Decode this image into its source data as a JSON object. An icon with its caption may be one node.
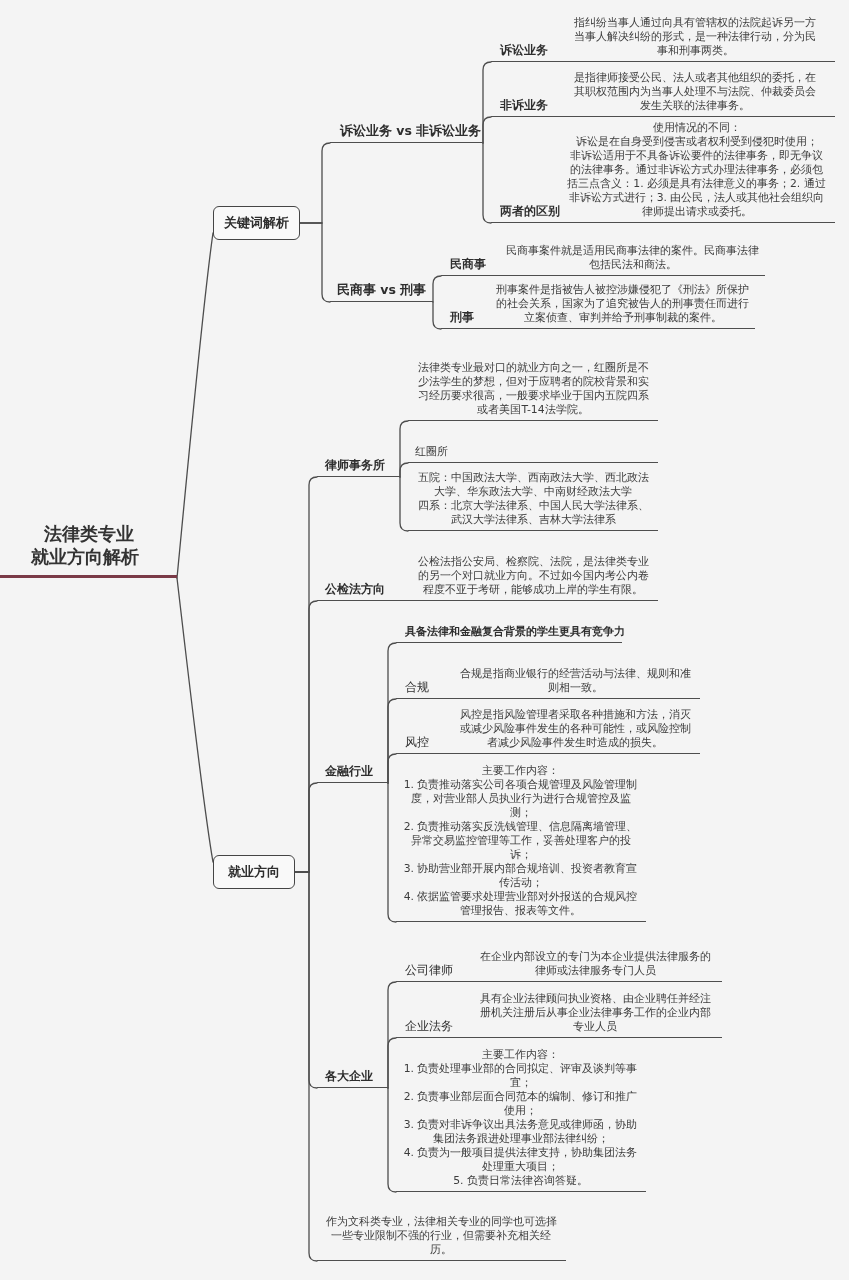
{
  "diagram": {
    "nodes": [
      {
        "text": [
          "法律类专业就业方向解析"
        ]
      },
      {
        "text": [
          "关键词解析"
        ]
      },
      {
        "text": [
          "诉讼业务 vs 非诉讼业务"
        ]
      },
      {
        "text": [
          "诉讼业务",
          "指纠纷当事人通过向具有管辖权的法院起诉另一方当事人解决纠纷的形式，是一种法律行动，分为民事和刑事两类。"
        ]
      },
      {
        "text": [
          "非诉业务",
          "是指律师接受公民、法人或者其他组织的委托，在其职权范围内为当事人处理不与法院、仲裁委员会发生关联的法律事务。"
        ]
      },
      {
        "text": [
          "两者的区别",
          "使用情况的不同：",
          "诉讼是在自身受到侵害或者权利受到侵犯时使用；",
          "非诉讼适用于不具备诉讼要件的法律事务，即无争议的法律事务。通过非诉讼方式办理法律事务，必须包括三点含义：1. 必须是具有法律意义的事务；2. 通过非诉讼方式进行；3. 由公民，法人或其他社会组织向律师提出请求或委托。"
        ]
      },
      {
        "text": [
          "民商事 vs 刑事"
        ]
      },
      {
        "text": [
          "民商事",
          "民商事案件就是适用民商事法律的案件。民商事法律包括民法和商法。"
        ]
      },
      {
        "text": [
          "刑事",
          "刑事案件是指被告人被控涉嫌侵犯了《刑法》所保护的社会关系，国家为了追究被告人的刑事责任而进行立案侦查、审判并给予刑事制裁的案件。"
        ]
      },
      {
        "text": [
          "就业方向"
        ]
      },
      {
        "text": [
          "律师事务所"
        ]
      },
      {
        "text": [
          "法律类专业最对口的就业方向之一，红圈所是不少法学生的梦想，但对于应聘者的院校背景和实习经历要求很高，一般要求毕业于国内五院四系或者美国T-14法学院。"
        ]
      },
      {
        "text": [
          "红圈所"
        ]
      },
      {
        "text": [
          "五院：中国政法大学、西南政法大学、西北政法大学、华东政法大学、中南财经政法大学",
          "四系：北京大学法律系、中国人民大学法律系、武汉大学法律系、吉林大学法律系"
        ]
      },
      {
        "text": [
          "公检法方向",
          "公检法指公安局、检察院、法院，是法律类专业的另一个对口就业方向。不过如今国内考公内卷程度不亚于考研，能够成功上岸的学生有限。"
        ]
      },
      {
        "text": [
          "金融行业"
        ]
      },
      {
        "text": [
          "具备法律和金融复合背景的学生更具有竞争力"
        ]
      },
      {
        "text": [
          "合规",
          "合规是指商业银行的经营活动与法律、规则和准则相一致。"
        ]
      },
      {
        "text": [
          "风控",
          "风控是指风险管理者采取各种措施和方法，消灭或减少风险事件发生的各种可能性，或风险控制者减少风险事件发生时造成的损失。"
        ]
      },
      {
        "text": [
          "主要工作内容：",
          "1. 负责推动落实公司各项合规管理及风险管理制度，对营业部人员执业行为进行合规管控及监测；",
          "2. 负责推动落实反洗钱管理、信息隔离墙管理、异常交易监控管理等工作，妥善处理客户的投诉；",
          "3. 协助营业部开展内部合规培训、投资者教育宣传活动；",
          "4. 依据监管要求处理营业部对外报送的合规风控管理报告、报表等文件。"
        ]
      },
      {
        "text": [
          "各大企业"
        ]
      },
      {
        "text": [
          "公司律师",
          "在企业内部设立的专门为本企业提供法律服务的律师或法律服务专门人员"
        ]
      },
      {
        "text": [
          "企业法务",
          "具有企业法律顾问执业资格、由企业聘任并经注册机关注册后从事企业法律事务工作的企业内部专业人员"
        ]
      },
      {
        "text": [
          "主要工作内容：",
          "1. 负责处理事业部的合同拟定、评审及谈判等事宜；",
          "2. 负责事业部层面合同范本的编制、修订和推广使用；",
          "3. 负责对非诉争议出具法务意见或律师函，协助集团法务跟进处理事业部法律纠纷；",
          "4. 负责为一般项目提供法律支持，协助集团法务处理重大项目；",
          "5. 负责日常法律咨询答疑。"
        ]
      },
      {
        "text": [
          "作为文科类专业，法律相关专业的同学也可选择一些专业限制不强的行业，但需要补充相关经历。"
        ]
      }
    ],
    "edges": [
      {
        "from": 0,
        "to": 1,
        "arrow": "none"
      },
      {
        "from": 0,
        "to": 9,
        "arrow": "none"
      },
      {
        "from": 1,
        "to": 2,
        "arrow": "none"
      },
      {
        "from": 1,
        "to": 6,
        "arrow": "none"
      },
      {
        "from": 2,
        "to": 3,
        "arrow": "none"
      },
      {
        "from": 2,
        "to": 4,
        "arrow": "none"
      },
      {
        "from": 2,
        "to": 5,
        "arrow": "none"
      },
      {
        "from": 6,
        "to": 7,
        "arrow": "none"
      },
      {
        "from": 6,
        "to": 8,
        "arrow": "none"
      },
      {
        "from": 9,
        "to": 10,
        "arrow": "none"
      },
      {
        "from": 9,
        "to": 14,
        "arrow": "none"
      },
      {
        "from": 9,
        "to": 15,
        "arrow": "none"
      },
      {
        "from": 9,
        "to": 20,
        "arrow": "none"
      },
      {
        "from": 9,
        "to": 24,
        "arrow": "none"
      },
      {
        "from": 10,
        "to": 11,
        "arrow": "none"
      },
      {
        "from": 10,
        "to": 12,
        "arrow": "none"
      },
      {
        "from": 10,
        "to": 13,
        "arrow": "none"
      },
      {
        "from": 15,
        "to": 16,
        "arrow": "none"
      },
      {
        "from": 15,
        "to": 17,
        "arrow": "none"
      },
      {
        "from": 15,
        "to": 18,
        "arrow": "none"
      },
      {
        "from": 15,
        "to": 19,
        "arrow": "none"
      },
      {
        "from": 20,
        "to": 21,
        "arrow": "none"
      },
      {
        "from": 20,
        "to": 22,
        "arrow": "none"
      },
      {
        "from": 20,
        "to": 23,
        "arrow": "none"
      }
    ]
  }
}
